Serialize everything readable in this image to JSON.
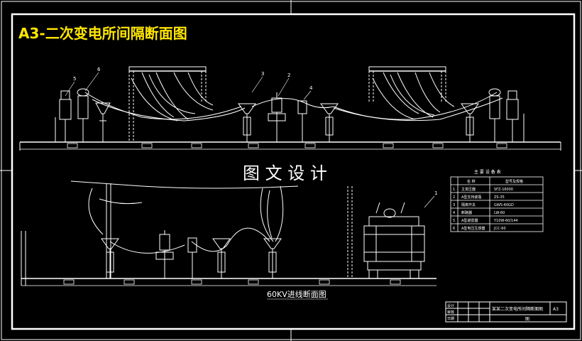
{
  "title": "A3-二次变电所间隔断面图",
  "watermark": "图 文 设 计",
  "lower_caption": "60KV进线断面图",
  "callouts_upper": [
    "5",
    "6",
    "3",
    "2",
    "4"
  ],
  "callouts_lower": [
    "1"
  ],
  "legend": {
    "title": "主 要 设 备 表",
    "headers": [
      "名 称",
      "型号及规格"
    ],
    "rows": [
      {
        "no": "1",
        "name": "主变压器",
        "spec": "SFZ-16000"
      },
      {
        "no": "2",
        "name": "A型支持瓷瓶",
        "spec": "ZS-35"
      },
      {
        "no": "3",
        "name": "隔离开关",
        "spec": "GW5-60GD"
      },
      {
        "no": "4",
        "name": "断路器",
        "spec": "LW-60"
      },
      {
        "no": "5",
        "name": "A型避雷器",
        "spec": "Y10W-60/144"
      },
      {
        "no": "6",
        "name": "A型电压互感器",
        "spec": "JCC-60"
      }
    ]
  },
  "titleblock": {
    "drawing_name": "某某二次变电所间隔断面图",
    "drawing_number": "A3",
    "sheet_label": "图",
    "row_labels": [
      "设计",
      "审核",
      "日期"
    ]
  }
}
